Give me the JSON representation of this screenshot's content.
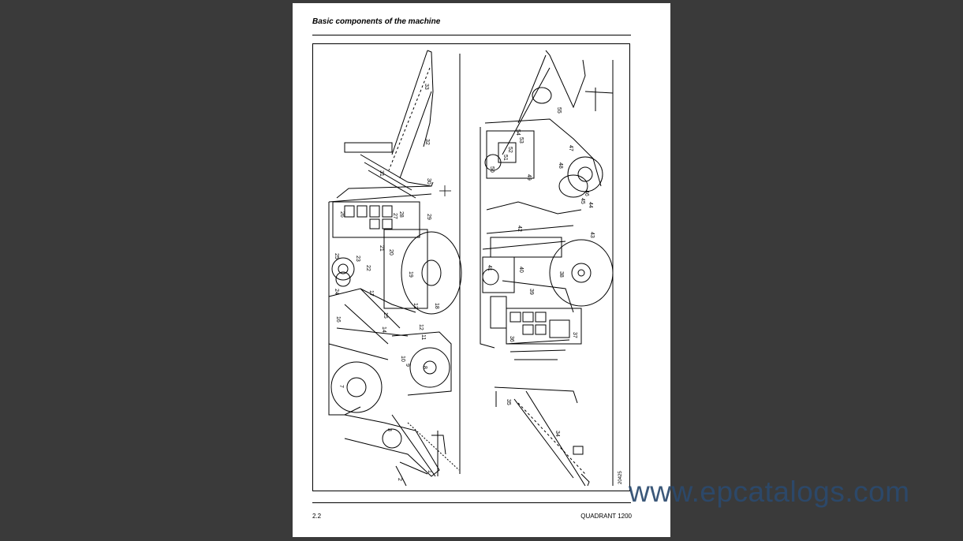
{
  "document": {
    "title": "Basic components of the machine",
    "page_number": "2.2",
    "model": "QUADRANT 1200",
    "figure_code": "20425"
  },
  "figure": {
    "left_view_labels": [
      "1",
      "2",
      "3",
      "7",
      "8",
      "9",
      "10",
      "11",
      "12",
      "13",
      "14",
      "15",
      "16",
      "17",
      "18",
      "19",
      "20",
      "21",
      "22",
      "23",
      "24",
      "25",
      "26",
      "27",
      "28",
      "29",
      "30",
      "31",
      "32",
      "33"
    ],
    "right_view_labels": [
      "34",
      "35",
      "36",
      "37",
      "38",
      "39",
      "40",
      "41",
      "42",
      "43",
      "44",
      "45",
      "46",
      "47",
      "48",
      "49",
      "50",
      "51",
      "52",
      "53",
      "54",
      "55"
    ]
  },
  "watermark": {
    "text": "www.epcatalogs.com"
  }
}
